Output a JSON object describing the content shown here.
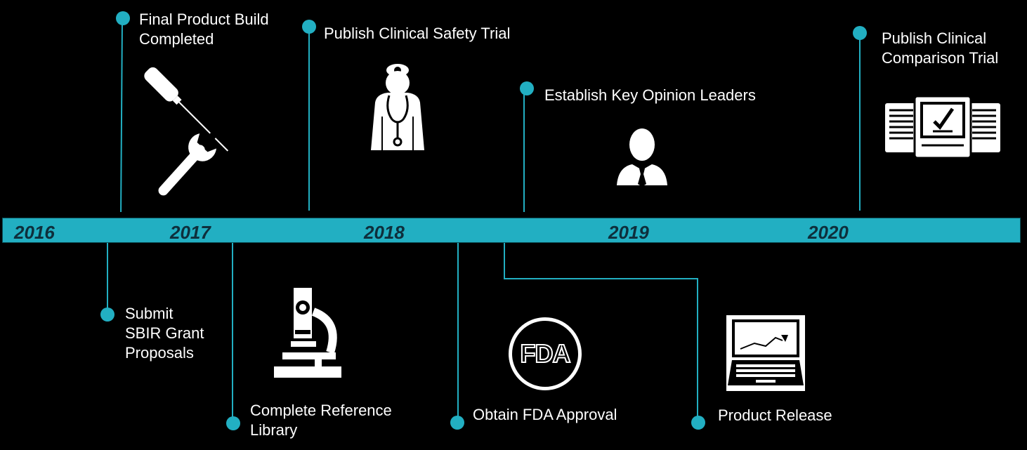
{
  "accent_color": "#22afc2",
  "timeline": {
    "years": [
      "2016",
      "2017",
      "2018",
      "2019",
      "2020"
    ]
  },
  "milestones": {
    "final_build": {
      "line1": "Final Product Build",
      "line2": "Completed",
      "icon": "tools-icon"
    },
    "safety_trial": {
      "line1": "Publish Clinical Safety Trial",
      "icon": "doctor-icon"
    },
    "opinion_leaders": {
      "line1": "Establish Key Opinion Leaders",
      "icon": "businessman-icon"
    },
    "comparison_trial": {
      "line1": "Publish Clinical",
      "line2": "Comparison Trial",
      "icon": "checklist-documents-icon"
    },
    "sbir_grant": {
      "line1": "Submit",
      "line2": "SBIR Grant",
      "line3": "Proposals"
    },
    "reference_library": {
      "line1": "Complete Reference",
      "line2": "Library",
      "icon": "microscope-icon"
    },
    "fda_approval": {
      "line1": "Obtain FDA Approval",
      "icon": "fda-logo-icon",
      "logo_text": "FDA"
    },
    "product_release": {
      "line1": "Product Release",
      "icon": "laptop-chart-icon"
    }
  }
}
